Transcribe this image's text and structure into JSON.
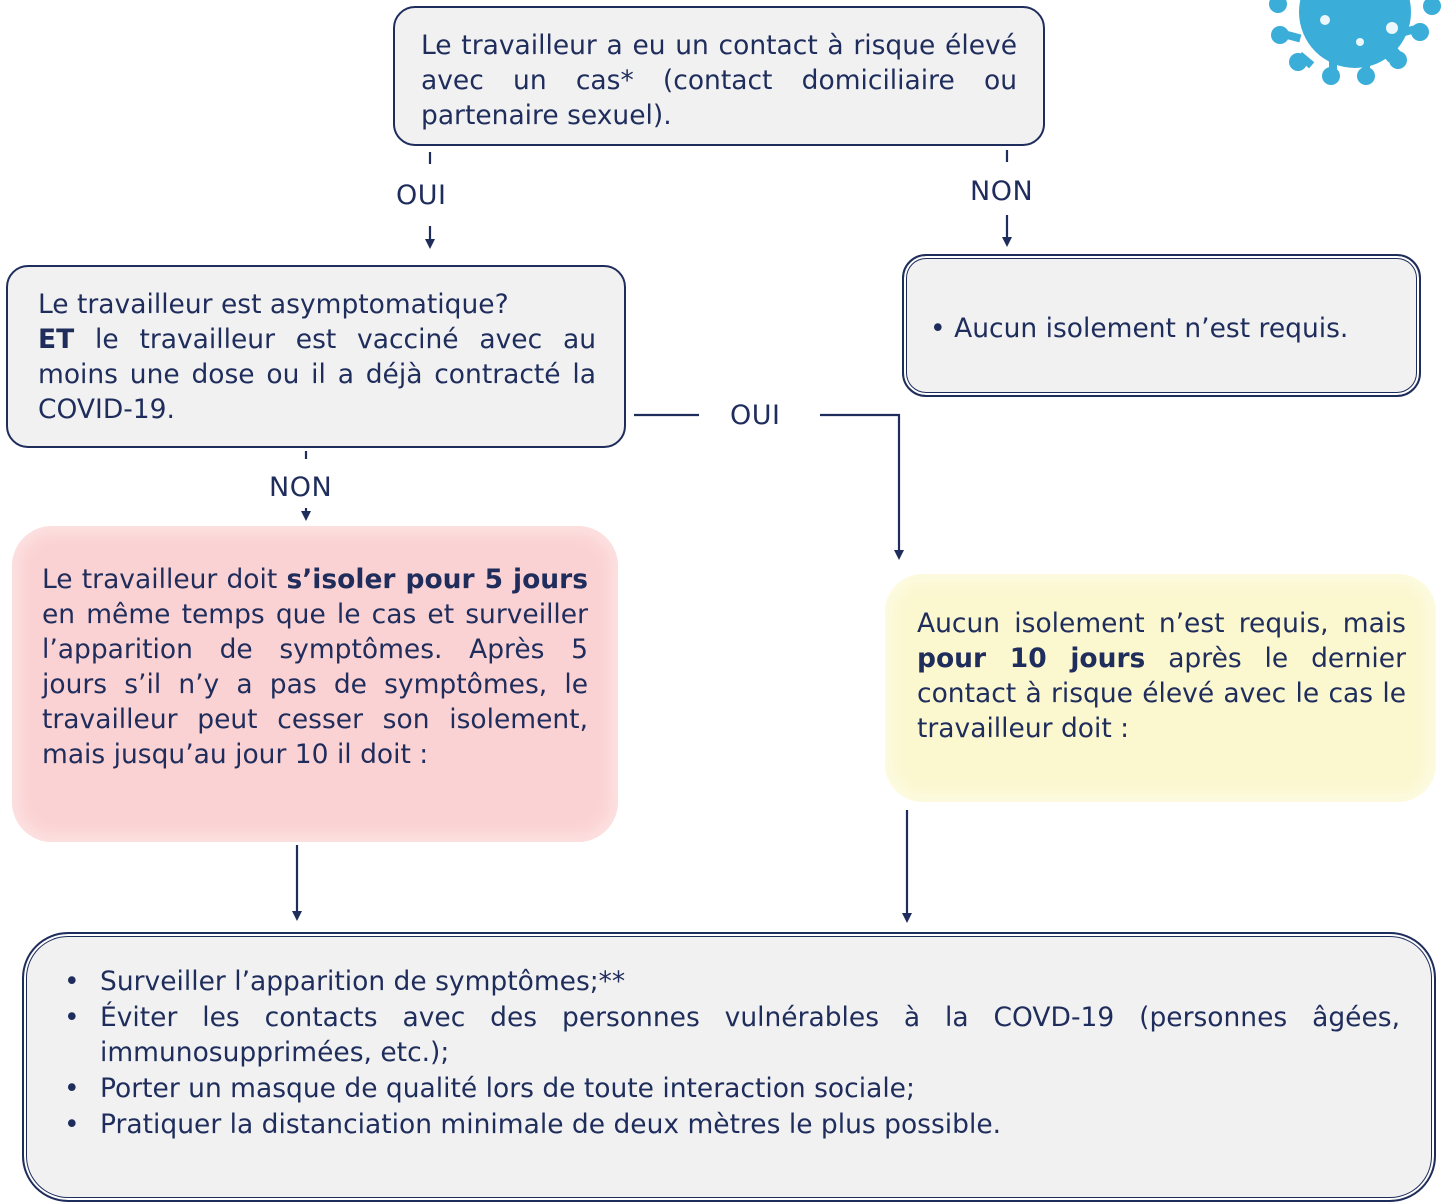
{
  "nodes": {
    "q1": {
      "text": "Le travailleur a eu un contact à risque élevé avec un cas* (contact domiciliaire ou partenaire sexuel)."
    },
    "q2": {
      "line1": "Le travailleur est asymptomatique?",
      "bold": "ET",
      "rest": " le travailleur est vacciné avec au moins une dose ou il a déjà contracté la COVID-19."
    },
    "no_isolation": {
      "bullet": "•",
      "text": "Aucun isolement n’est requis."
    },
    "isolate_5": {
      "pre": "Le travailleur doit ",
      "bold": "s’isoler pour 5 jours",
      "post": " en même temps que le cas et surveiller l’apparition de symptômes. Après 5 jours s’il n’y a pas de symptômes, le travailleur peut cesser son isolement, mais jusqu’au jour 10 il doit :"
    },
    "no_isolation_10": {
      "pre": "Aucun isolement n’est requis, mais ",
      "bold": "pour 10 jours",
      "post": " après le dernier contact à risque élevé avec le cas le travailleur doit :"
    },
    "measures": {
      "items": [
        "Surveiller l’apparition de symptômes;**",
        "Éviter les contacts avec des personnes vulnérables à la COVD-19 (personnes âgées, immunosupprimées, etc.);",
        "Porter un masque de qualité lors de toute interaction sociale;",
        "Pratiquer la distanciation minimale de deux mètres le plus possible."
      ]
    }
  },
  "edges": {
    "q1_yes": "OUI",
    "q1_no": "NON",
    "q2_yes": "OUI",
    "q2_no": "NON"
  },
  "colors": {
    "navy": "#1f2d5c",
    "box_fill": "#f1f1f1",
    "pink": "#fbd2d3",
    "yellow": "#fbf7cf",
    "virus": "#3aaed8"
  },
  "icons": {
    "virus": "virus-icon"
  }
}
